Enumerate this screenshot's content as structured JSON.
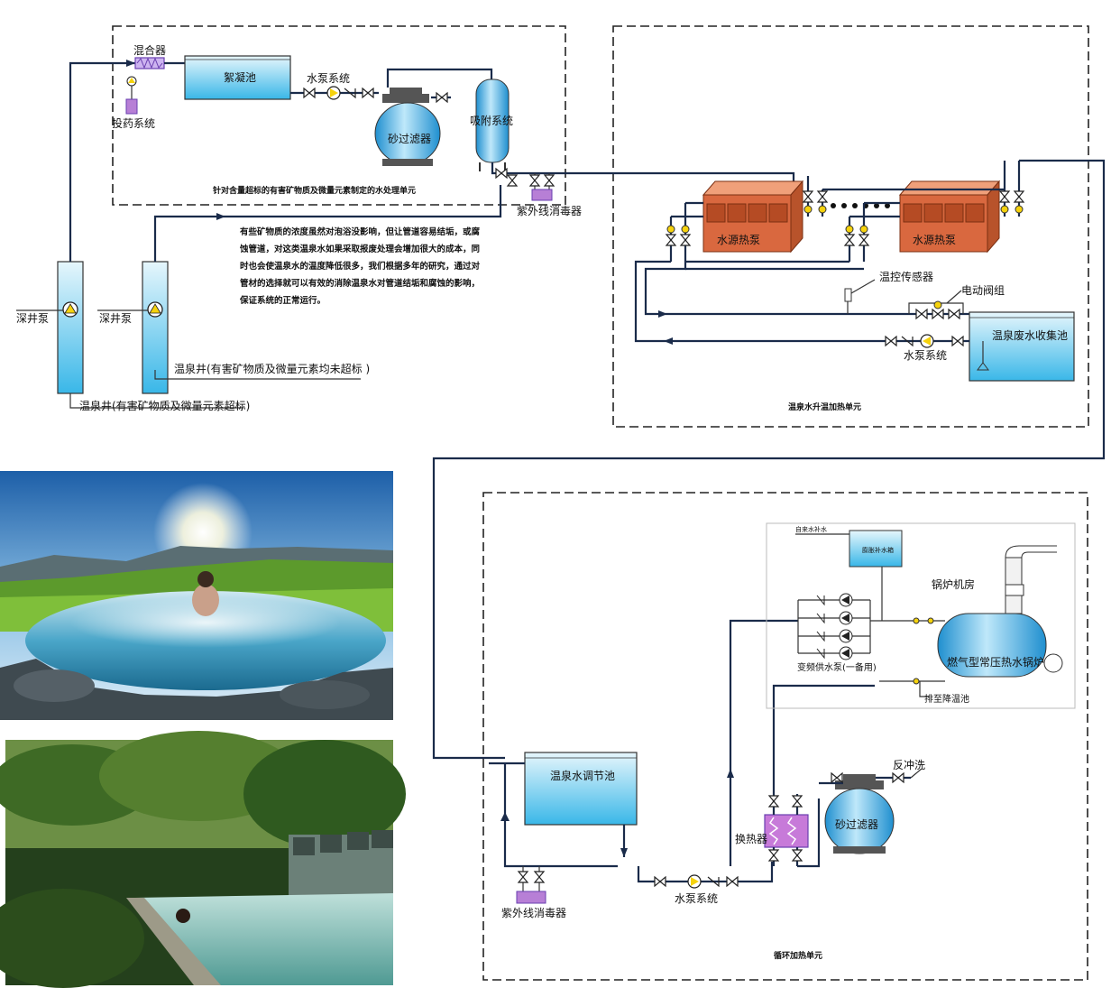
{
  "units": {
    "top_left": "针对含量超标的有害矿物质及微量元素制定的水处理单元",
    "top_right": "温泉水升温加热单元",
    "bottom": "循环加热单元"
  },
  "labels": {
    "mixer": "混合器",
    "flocculation": "絮凝池",
    "pump_system_1": "水泵系统",
    "dosing": "投药系统",
    "sand_filter_1": "砂过滤器",
    "adsorption": "吸附系统",
    "uv_1": "紫外线消毒器",
    "deep_pump_1": "深井泵",
    "deep_pump_2": "深井泵",
    "well_exceed": "温泉井(有害矿物质及微量元素超标)",
    "well_ok": "温泉井(有害矿物质及微量元素均未超标 )",
    "heat_pump_1": "水源热泵",
    "heat_pump_2": "水源热泵",
    "temp_sensor": "温控传感器",
    "electric_valve": "电动阀组",
    "waste_pool": "温泉废水收集池",
    "pump_system_2": "水泵系统",
    "boiler_room": "锅炉机房",
    "tap_water": "自来水补水",
    "make_up_tank": "膨胀补水箱",
    "vf_pumps": "变频供水泵(一备用)",
    "boiler": "燃气型常压热水锅炉",
    "drain": "排至降温池",
    "regulating_pool": "温泉水调节池",
    "heat_exchanger": "换热器",
    "sand_filter_2": "砂过滤器",
    "backwash": "反冲洗",
    "uv_2": "紫外线消毒器",
    "pump_system_3": "水泵系统"
  },
  "note_lines": [
    "有些矿物质的浓度虽然对泡浴没影响，但让管道容易结垢，或腐",
    "蚀管道，对这类温泉水如果采取报废处理会增加很大的成本，同",
    "时也会使温泉水的温度降低很多，我们根据多年的研究，通过对",
    "管材的选择就可以有效的消除温泉水对管道结垢和腐蚀的影响，",
    "保证系统的正常运行。"
  ],
  "colors": {
    "pipe": "#1a2b4a",
    "tank_top": "#e6f6fc",
    "tank_bottom": "#39b7e8",
    "heat_pump": "#d9683f",
    "dosing": "#b77fd6",
    "valve_ball": "#f5d20d"
  }
}
